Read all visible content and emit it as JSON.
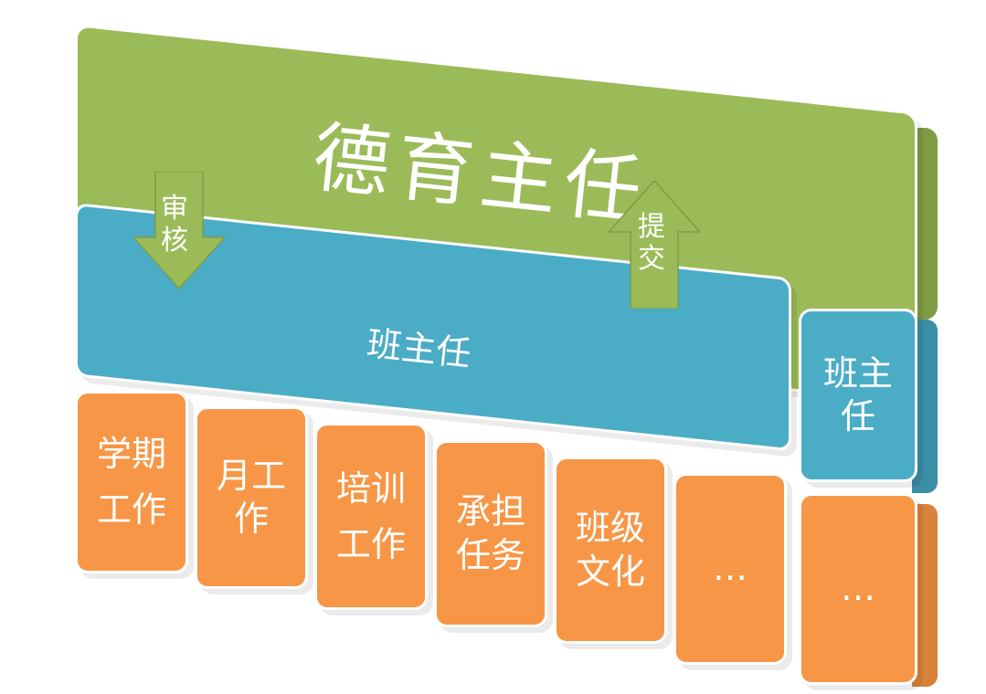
{
  "top": {
    "label": "德育主任"
  },
  "middle": {
    "label": "班主任"
  },
  "middle_side": {
    "label": "班主\n任"
  },
  "arrows": [
    {
      "label": "审\n核",
      "direction": "down"
    },
    {
      "label": "提\n交",
      "direction": "up"
    }
  ],
  "bottom": [
    "学期\n工作",
    "月工\n作",
    "培训\n工作",
    "承担\n任务",
    "班级\n文化",
    "…",
    "…"
  ],
  "colors": {
    "green": "#9bbb59",
    "blue": "#4bacc6",
    "orange": "#f79646"
  }
}
